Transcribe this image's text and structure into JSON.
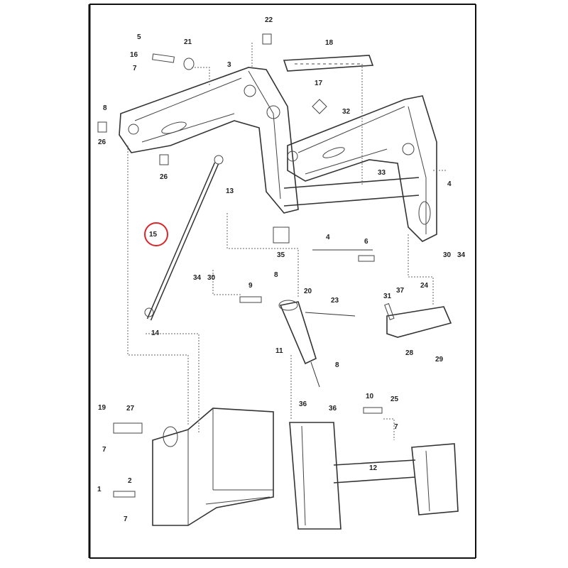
{
  "diagram": {
    "highlight_color": "#d9262b",
    "highlighted_part": "15",
    "labels": [
      "5",
      "16",
      "7",
      "21",
      "22",
      "18",
      "3",
      "8",
      "26",
      "17",
      "32",
      "26",
      "13",
      "15",
      "33",
      "4",
      "4",
      "6",
      "30",
      "34",
      "35",
      "34",
      "30",
      "8",
      "9",
      "20",
      "23",
      "31",
      "37",
      "24",
      "14",
      "11",
      "8",
      "28",
      "29",
      "10",
      "25",
      "36",
      "36",
      "19",
      "27",
      "7",
      "7",
      "12",
      "1",
      "2",
      "7"
    ]
  }
}
